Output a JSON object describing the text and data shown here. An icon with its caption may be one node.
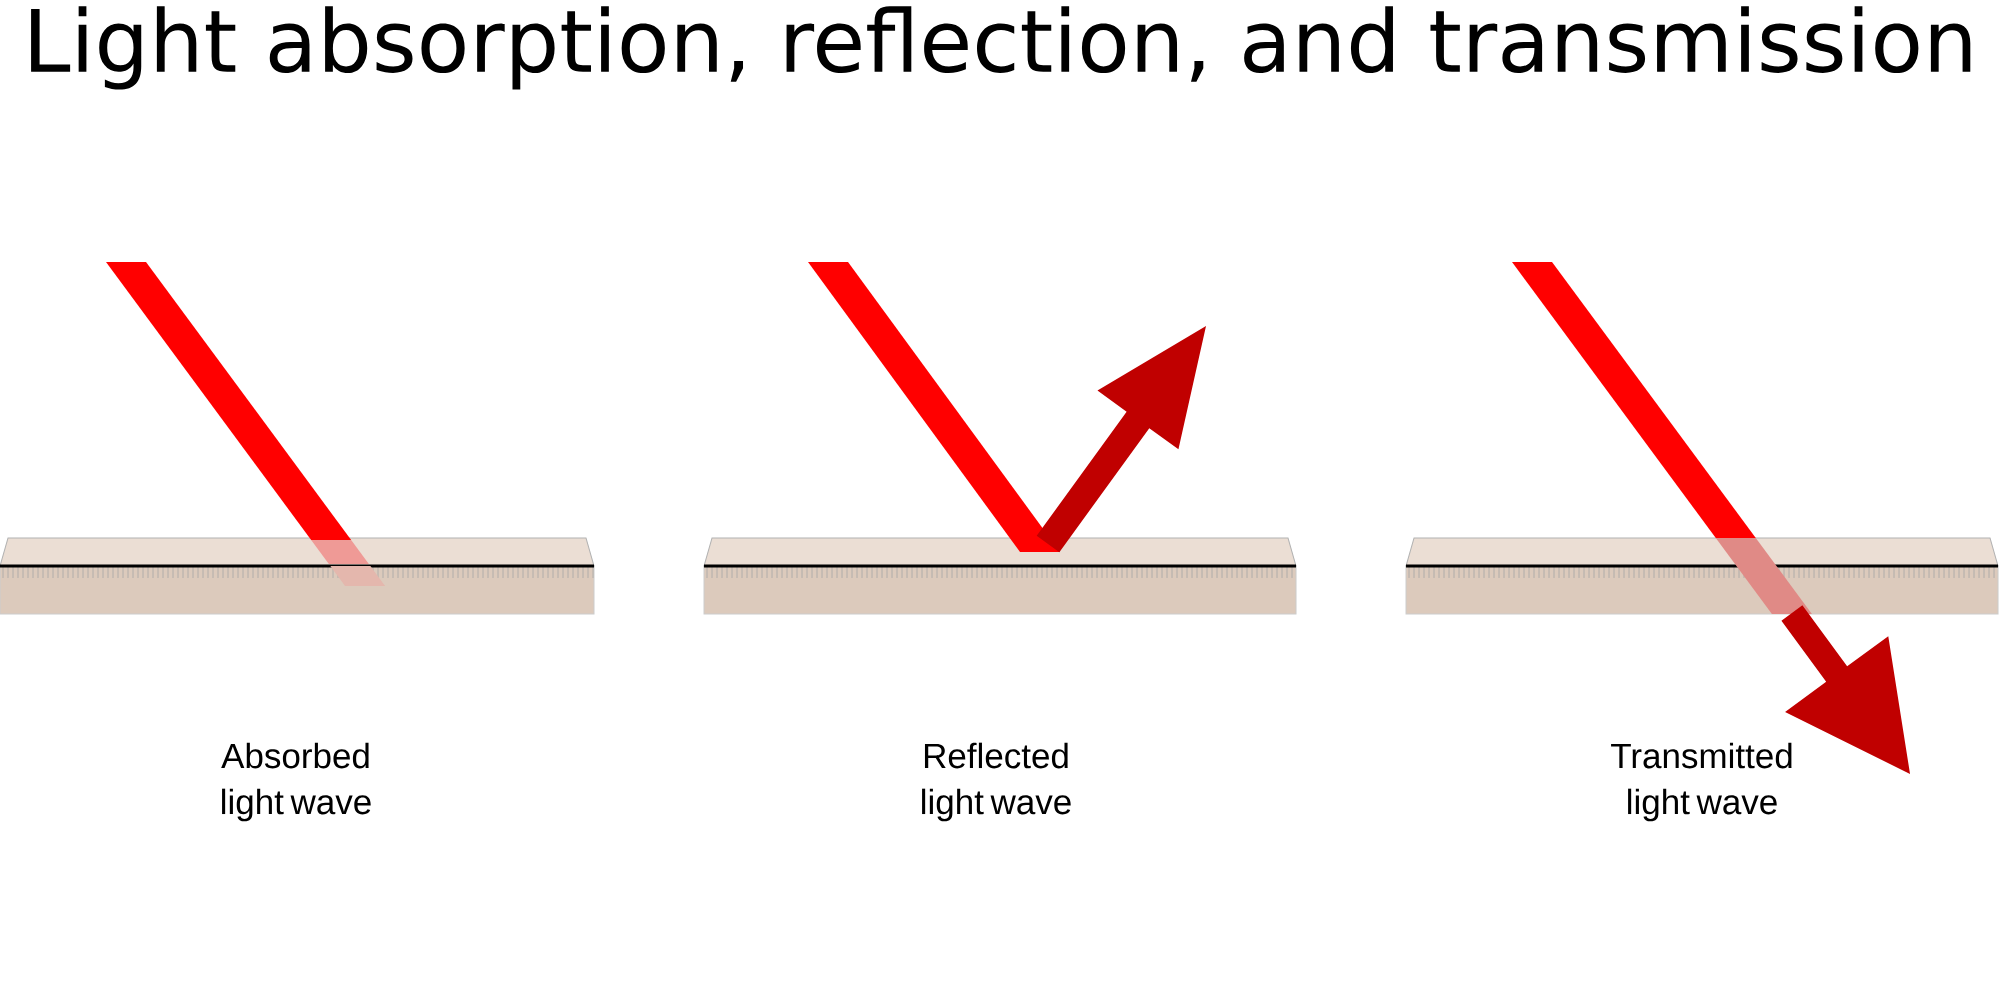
{
  "diagram": {
    "title": "Light absorption, reflection, and transmission",
    "labels": [
      "Absorbed light wave",
      "Reflected light wave",
      "Transmitted light wave"
    ]
  }
}
